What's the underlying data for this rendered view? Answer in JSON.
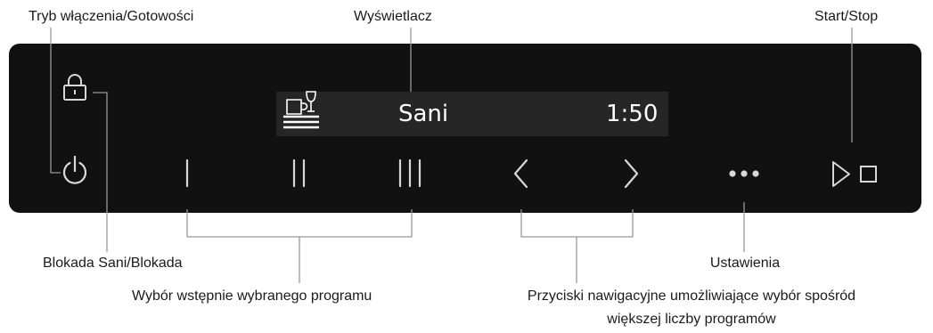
{
  "labels": {
    "power_mode": "Tryb włączenia/Gotowości",
    "display": "Wyświetlacz",
    "start_stop": "Start/Stop",
    "lock": "Blokada Sani/Blokada",
    "settings": "Ustawienia",
    "preset_programs": "Wybór wstępnie wybranego programu",
    "navigation_line1": "Przyciski nawigacyjne umożliwiające wybór spośród",
    "navigation_line2": "większej liczby programów"
  },
  "display": {
    "program_icon": "dishes-glass-icon",
    "program_name": "Sani",
    "time": "1:50"
  },
  "buttons": [
    {
      "icon": "power-icon"
    },
    {
      "icon": "program-1-icon"
    },
    {
      "icon": "program-2-icon"
    },
    {
      "icon": "program-3-icon"
    },
    {
      "icon": "chevron-left-icon"
    },
    {
      "icon": "chevron-right-icon"
    },
    {
      "icon": "more-dots-icon"
    },
    {
      "icon": "play-icon"
    },
    {
      "icon": "stop-icon"
    }
  ],
  "lock_icon": "lock-icon",
  "colors": {
    "panel": "#111111",
    "display": "#262626",
    "icon": "#d8d8d8",
    "leader_line": "#999999",
    "text": "#1a1a1a"
  }
}
